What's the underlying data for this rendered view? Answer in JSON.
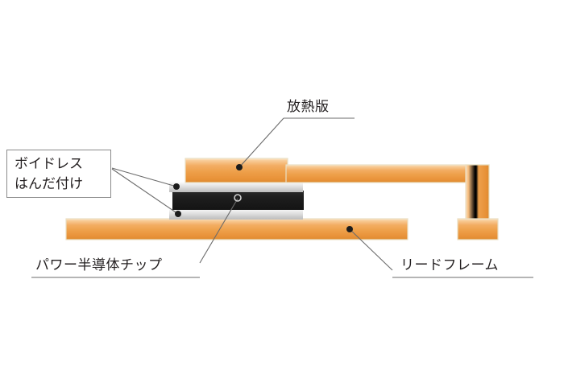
{
  "figure": {
    "type": "cross-section-diagram",
    "subject": "power-semiconductor-package",
    "background_color": "#ffffff"
  },
  "labels": {
    "voidless_solder": {
      "line1": "ボイドレス",
      "line2": "はんだ付け"
    },
    "heat_sink": "放熱版",
    "chip": "パワー半導体チップ",
    "lead_frame": "リードフレーム"
  },
  "colors": {
    "copper_light": "#f6c98a",
    "copper_mid": "#f0a04b",
    "copper_dark": "#dd8b33",
    "copper_edge": "#e8e0c8",
    "solder_light": "#fbfbfb",
    "solder_mid": "#d9d9d9",
    "solder_dark": "#b8b8b8",
    "chip_black": "#1c1c1c",
    "leader_line": "#6b6b6b",
    "text": "#231f20",
    "box_border": "#8a8a8a"
  },
  "parts": [
    {
      "name": "heat-sink-plate",
      "label_ref": "heat_sink",
      "material": "copper",
      "description": "Upper orange plate with thick left block and thin right arm bending down to a foot"
    },
    {
      "name": "solder-layer-upper",
      "label_ref": "voidless_solder",
      "material": "solder",
      "description": "Silver voidless solder joint between heat sink and chip"
    },
    {
      "name": "power-semiconductor-chip",
      "label_ref": "chip",
      "material": "silicon-die",
      "description": "Black die at the center of the stack"
    },
    {
      "name": "solder-layer-lower",
      "label_ref": "voidless_solder",
      "material": "solder",
      "description": "Silver voidless solder joint between chip and lead frame"
    },
    {
      "name": "lead-frame",
      "label_ref": "lead_frame",
      "material": "copper",
      "description": "Lower orange bar carrying the die stack"
    }
  ],
  "leaders": [
    {
      "name": "leader-heat-sink",
      "marker": "filled-dot",
      "target": "heat-sink-plate"
    },
    {
      "name": "leader-solder-upper",
      "marker": "filled-dot",
      "target": "solder-layer-upper"
    },
    {
      "name": "leader-solder-lower",
      "marker": "filled-dot",
      "target": "solder-layer-lower"
    },
    {
      "name": "leader-chip",
      "marker": "open-circle",
      "target": "power-semiconductor-chip"
    },
    {
      "name": "leader-lead-frame",
      "marker": "filled-dot",
      "target": "lead-frame"
    }
  ]
}
